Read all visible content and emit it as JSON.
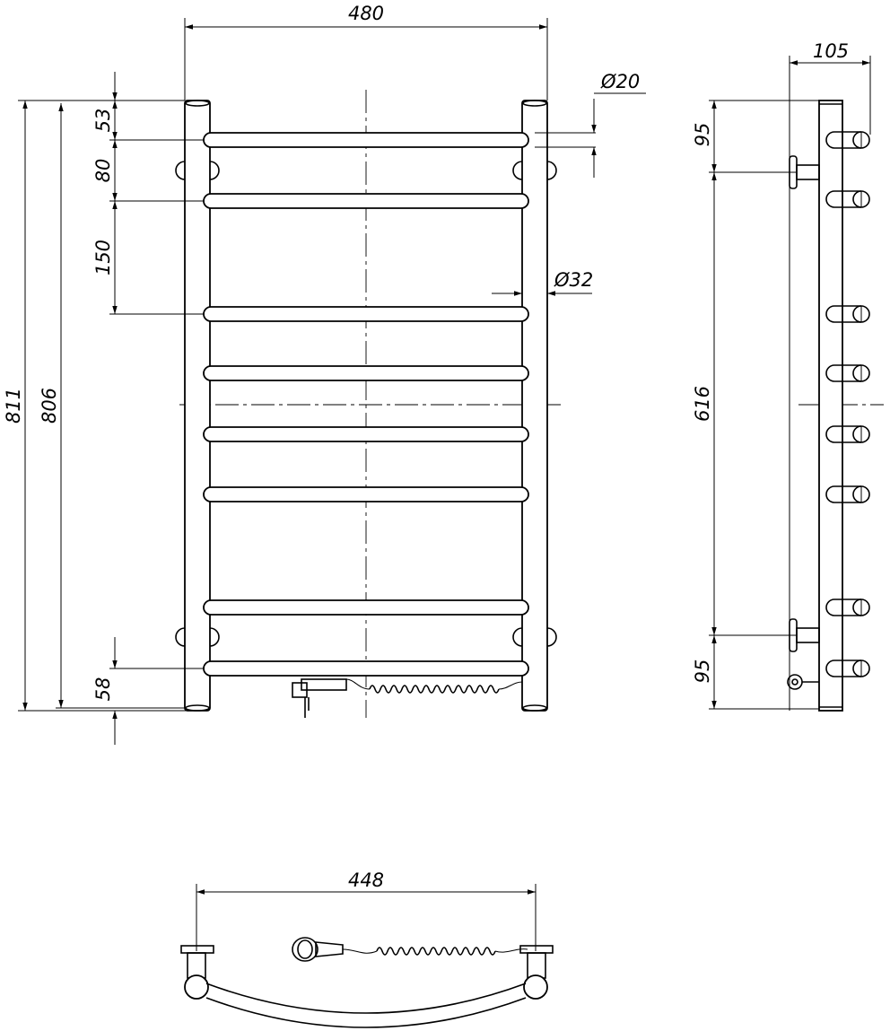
{
  "front_view": {
    "dim_overall_width": "480",
    "dim_rail_diameter": "Ø20",
    "dim_pipe_diameter": "Ø32",
    "dim_total_height": "811",
    "dim_axis_height": "806",
    "dim_top_offset": "53",
    "dim_rung_spacing_1": "80",
    "dim_rung_spacing_2": "150",
    "dim_bottom_offset": "58"
  },
  "side_view": {
    "dim_depth": "105",
    "dim_top_bracket": "95",
    "dim_bracket_spacing": "616",
    "dim_bottom_bracket": "95"
  },
  "top_view": {
    "dim_wall_spacing": "448"
  }
}
